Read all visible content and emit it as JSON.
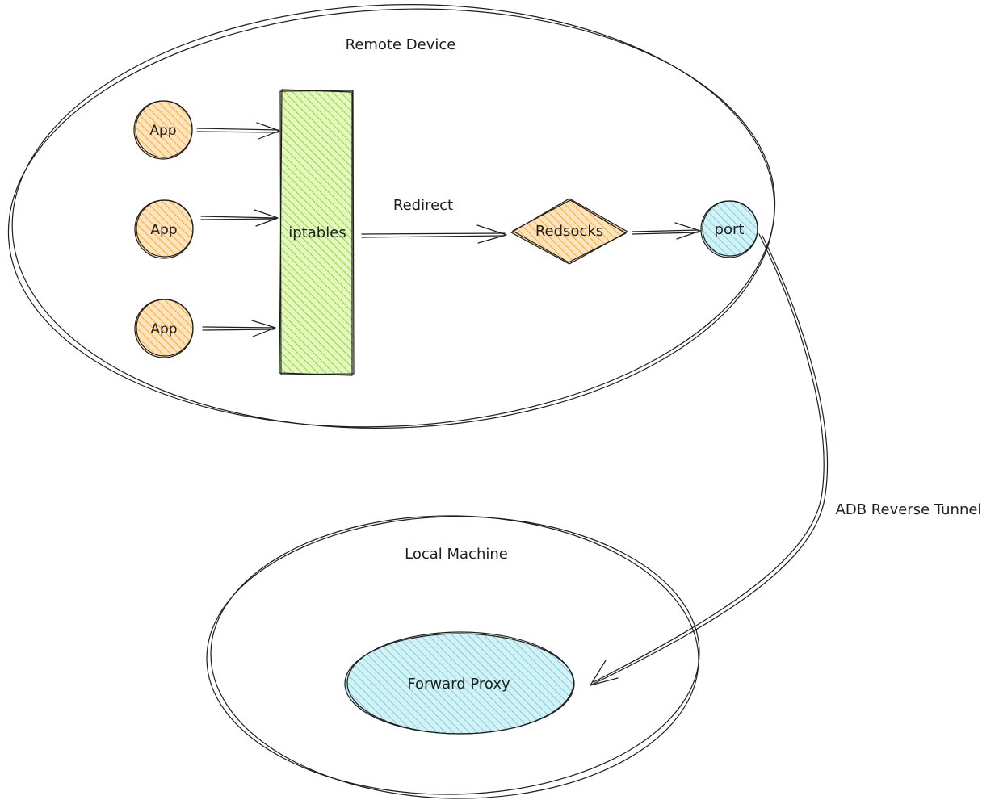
{
  "diagram": {
    "remote_device": {
      "title": "Remote Device",
      "apps": [
        "App",
        "App",
        "App"
      ],
      "iptables_label": "iptables",
      "redirect_label": "Redirect",
      "redsocks_label": "Redsocks",
      "port_label": "port"
    },
    "tunnel_label": "ADB Reverse Tunnel",
    "local_machine": {
      "title": "Local Machine",
      "proxy_label": "Forward Proxy"
    },
    "colors": {
      "app_fill": "#ffd8a8",
      "app_hatch": "#f59f00",
      "iptables_fill": "#d8f5a2",
      "iptables_hatch": "#82c91e",
      "redsocks_fill": "#ffd8a8",
      "redsocks_hatch": "#f59f00",
      "port_fill": "#c5eef3",
      "port_hatch": "#66c6d6",
      "proxy_fill": "#c5eef3",
      "proxy_hatch": "#66c6d6",
      "stroke": "#1e1e1e"
    }
  }
}
